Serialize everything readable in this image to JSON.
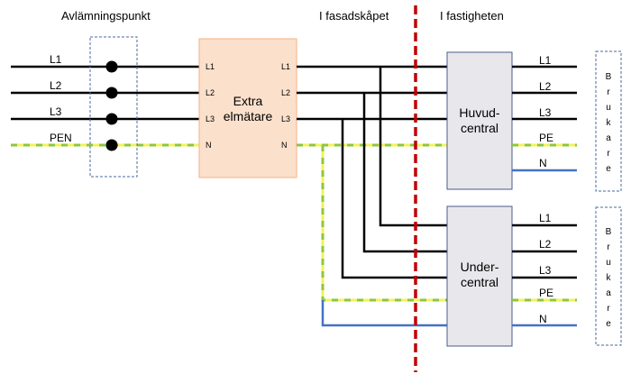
{
  "header": {
    "left": "Avlämningspunkt",
    "middle": "I fasadskåpet",
    "right": "I fastigheten"
  },
  "incoming": {
    "labels": [
      "L1",
      "L2",
      "L3",
      "PEN"
    ]
  },
  "meter": {
    "line1": "Extra",
    "line2": "elmätare",
    "in_terminals": [
      "L1",
      "L2",
      "L3",
      "N"
    ],
    "out_terminals": [
      "L1",
      "L2",
      "L3",
      "N"
    ]
  },
  "main_panel": {
    "line1": "Huvud-",
    "line2": "central",
    "outputs": [
      "L1",
      "L2",
      "L3",
      "PE",
      "N"
    ]
  },
  "sub_panel": {
    "line1": "Under-",
    "line2": "central",
    "outputs": [
      "L1",
      "L2",
      "L3",
      "PE",
      "N"
    ]
  },
  "consumer": {
    "letters": [
      "B",
      "r",
      "u",
      "k",
      "a",
      "r",
      "e"
    ]
  },
  "colors": {
    "phase": "#000000",
    "pen_yellow": "#f2f25a",
    "pen_green": "#8ec63f",
    "neutral": "#4472c4",
    "divider": "#c00000",
    "meter_fill": "#fbe0cc",
    "meter_stroke": "#f4b183",
    "panel_fill": "#e8e8ec",
    "panel_stroke": "#4a5b8c",
    "dashed_box": "#4a6aa0"
  }
}
